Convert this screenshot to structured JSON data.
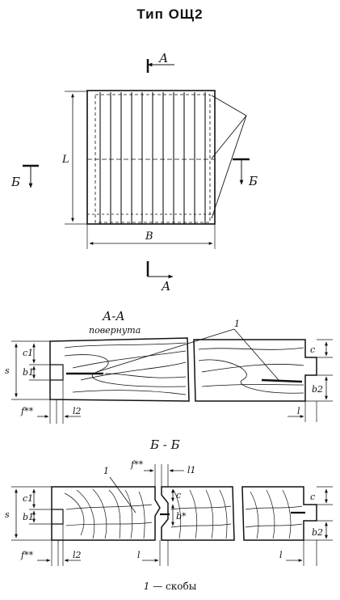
{
  "title": "Тип ОЩ2",
  "top_view": {
    "section_a": "А",
    "section_b": "Б",
    "dim_length": "L",
    "dim_width": "B"
  },
  "section_aa": {
    "title": "А-А",
    "note": "повернута",
    "callout": "1",
    "dims": {
      "s": "s",
      "c1": "c1",
      "b1": "b1",
      "f": "f**",
      "l2": "l2",
      "c": "c",
      "b2": "b2",
      "l": "l"
    }
  },
  "section_bb": {
    "title": "Б - Б",
    "callout": "1",
    "dims": {
      "s": "s",
      "c1": "c1",
      "b1": "b1",
      "f_top": "f**",
      "l1": "l1",
      "c_mid": "c",
      "b_star": "b*",
      "f": "f**",
      "l2": "l2",
      "l_mid": "l",
      "c": "c",
      "b2": "b2",
      "l": "l"
    }
  },
  "caption": {
    "number": "1",
    "text": "— скобы"
  }
}
